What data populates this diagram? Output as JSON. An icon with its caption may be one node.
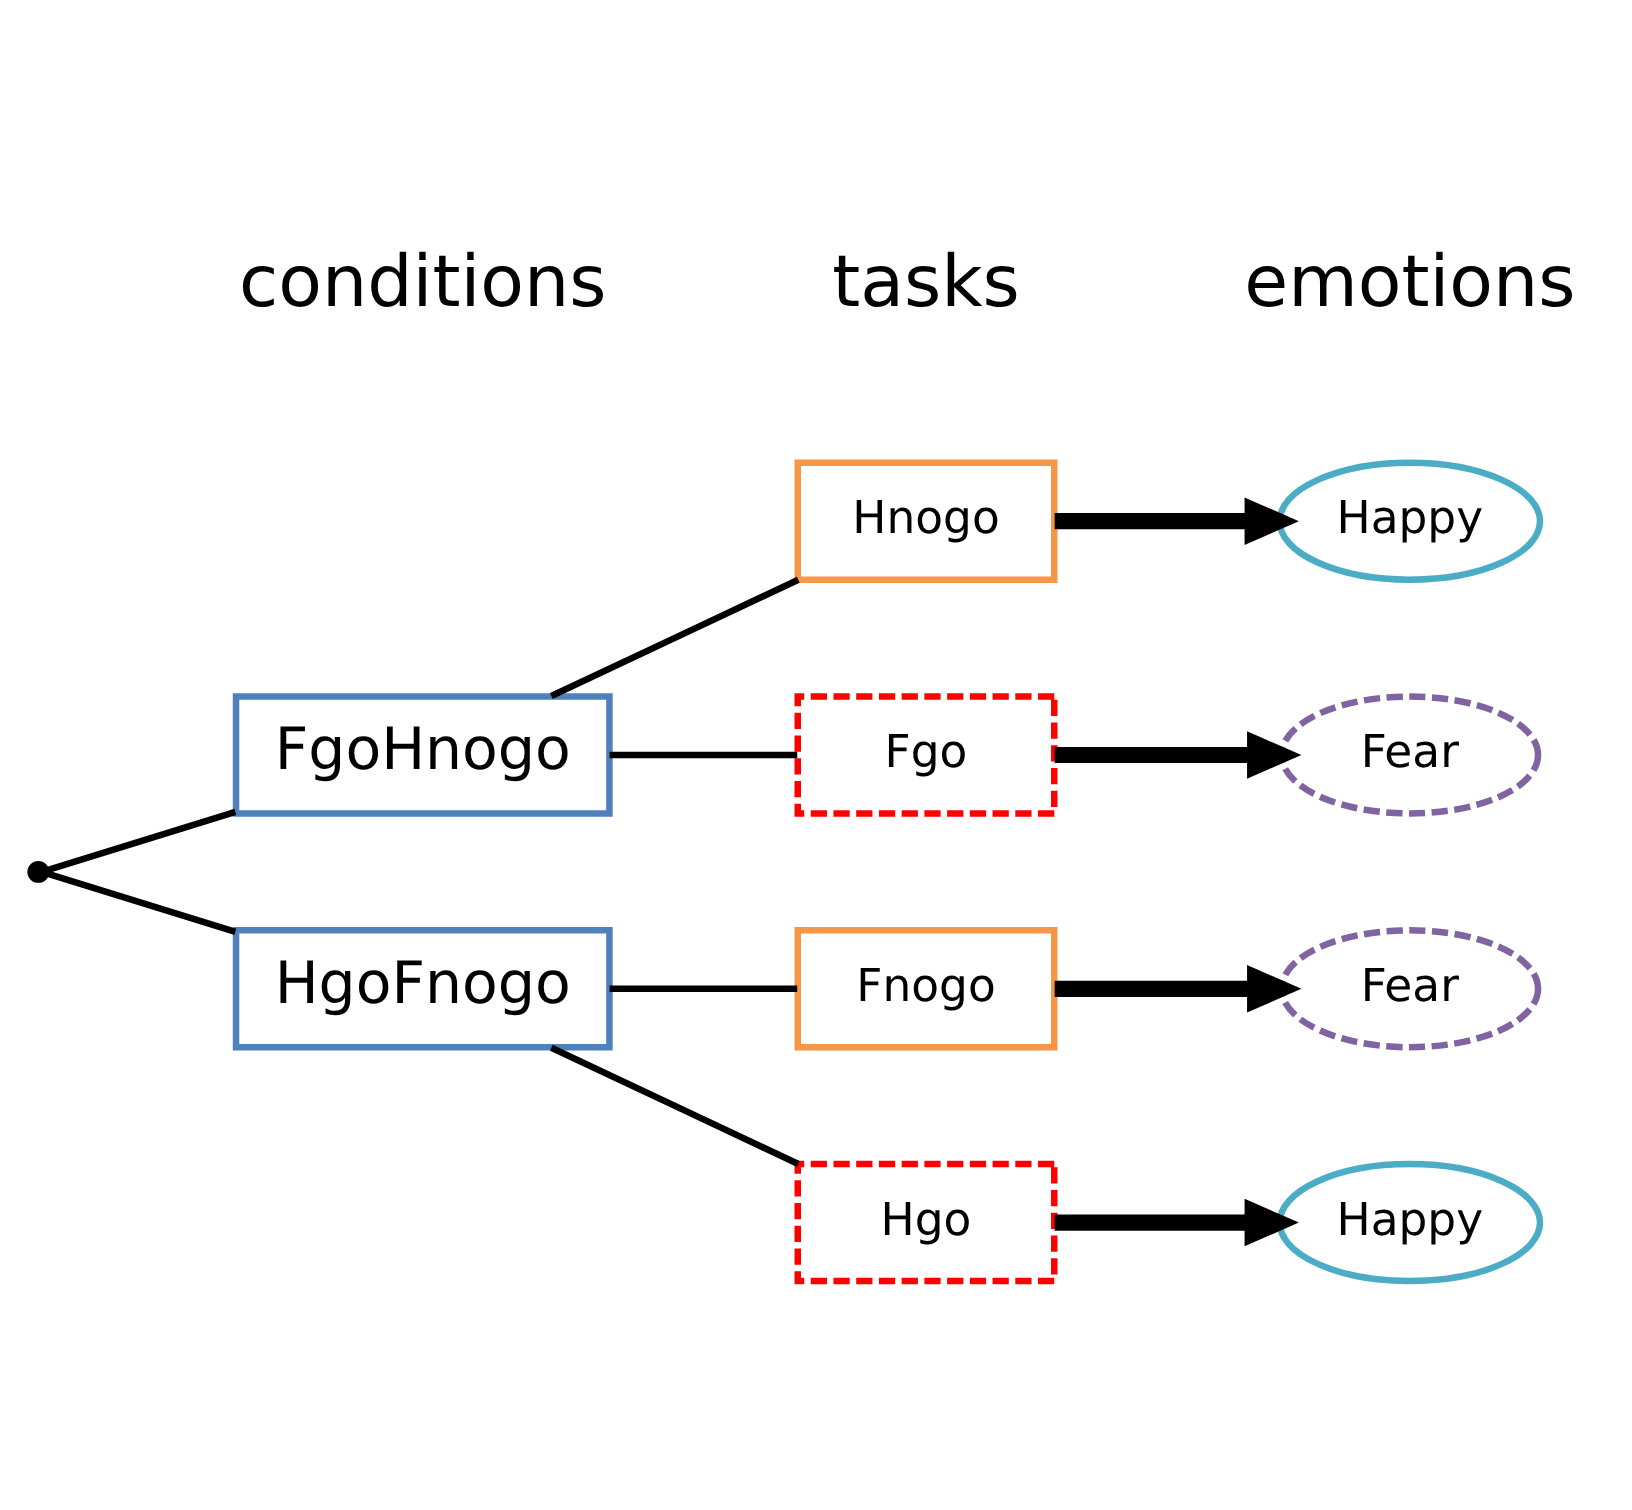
{
  "diagram": {
    "nodes": [
      {
        "text": [
          "FgoHnogo"
        ]
      },
      {
        "text": [
          "Hnogo"
        ]
      },
      {
        "text": [
          "Happy"
        ]
      },
      {
        "text": [
          "Fgo"
        ]
      },
      {
        "text": [
          "Fear"
        ]
      },
      {
        "text": [
          "HgoFnogo"
        ]
      },
      {
        "text": [
          "Fnogo"
        ]
      },
      {
        "text": [
          "Fear"
        ]
      },
      {
        "text": [
          "Hgo"
        ]
      },
      {
        "text": [
          "Happy"
        ]
      },
      {
        "text": [],
        "shape": "point"
      }
    ],
    "edges": [
      {
        "from": 10,
        "to": 0,
        "arrow": "none"
      },
      {
        "from": 10,
        "to": 5,
        "arrow": "none"
      },
      {
        "from": 0,
        "to": 1,
        "arrow": "none"
      },
      {
        "from": 0,
        "to": 3,
        "arrow": "none"
      },
      {
        "from": 1,
        "to": 2,
        "arrow": "to",
        "style": "thick"
      },
      {
        "from": 3,
        "to": 4,
        "arrow": "to",
        "style": "thick"
      },
      {
        "from": 5,
        "to": 6,
        "arrow": "none"
      },
      {
        "from": 5,
        "to": 8,
        "arrow": "none"
      },
      {
        "from": 6,
        "to": 7,
        "arrow": "to",
        "style": "thick"
      },
      {
        "from": 8,
        "to": 9,
        "arrow": "to",
        "style": "thick"
      }
    ],
    "labels": [
      "conditions",
      "tasks",
      "emotions"
    ]
  }
}
